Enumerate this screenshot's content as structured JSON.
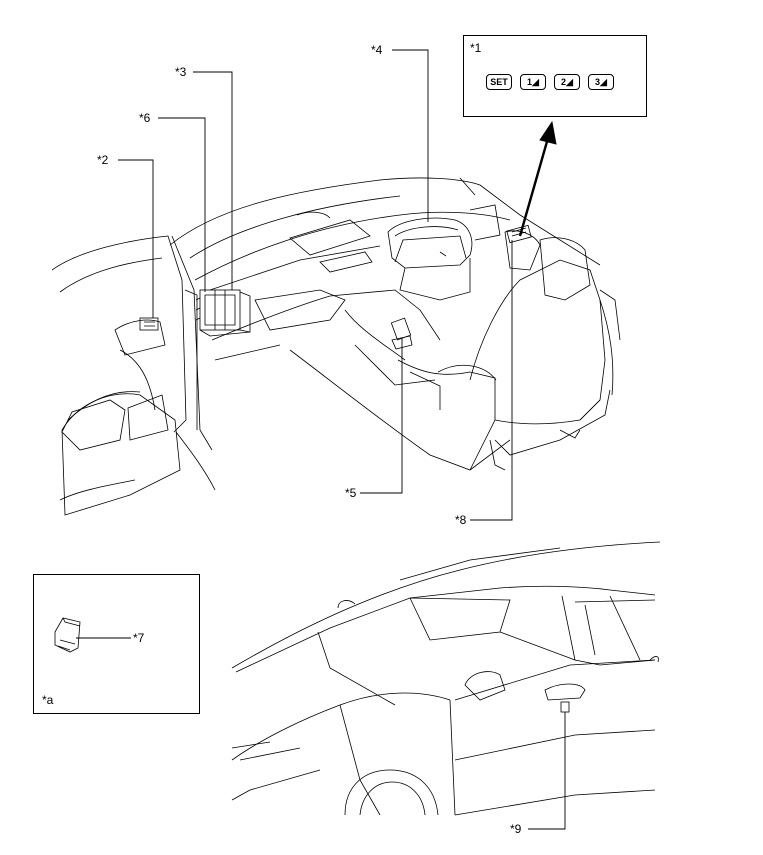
{
  "callouts": {
    "c1": "*1",
    "c2": "*2",
    "c3": "*3",
    "c4": "*4",
    "c5": "*5",
    "c6": "*6",
    "c7": "*7",
    "c8": "*8",
    "c9": "*9",
    "ca": "*a"
  },
  "memory_switch": {
    "buttons": [
      "SET",
      "1",
      "2",
      "3"
    ]
  },
  "colors": {
    "line": "#000000",
    "background": "#ffffff"
  }
}
